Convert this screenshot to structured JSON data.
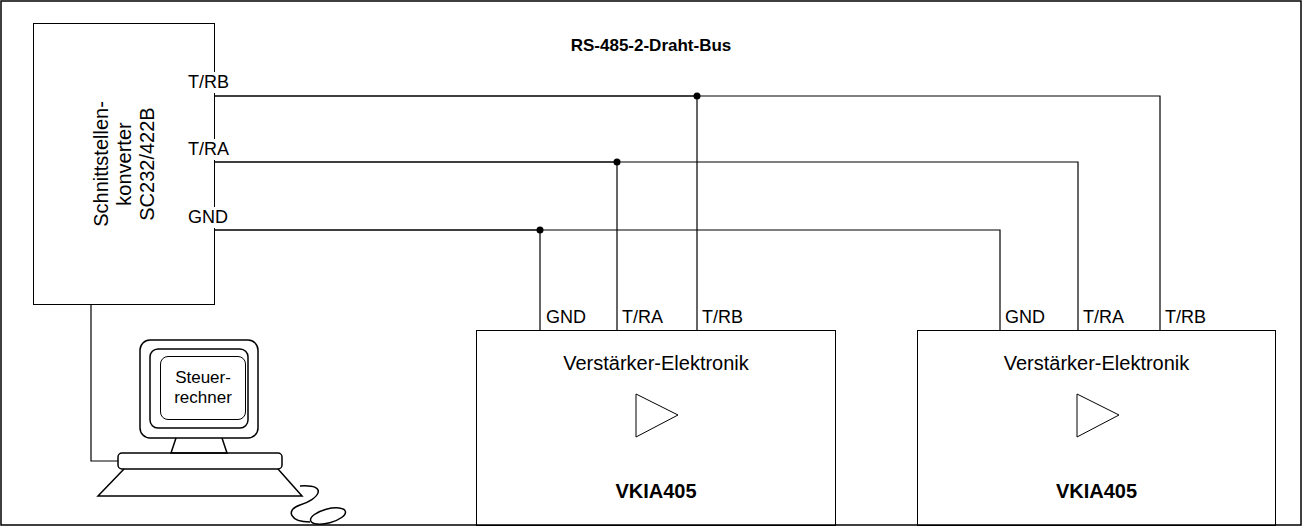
{
  "diagram": {
    "title": "RS-485-2-Draht-Bus",
    "nodes": [
      {
        "text": [
          "Schnittstellen- konverter SC232/422B"
        ]
      },
      {
        "text": [
          "Steuer- rechner"
        ]
      },
      {
        "text": [
          "Verstärker-Elektronik",
          "VKIA405"
        ]
      },
      {
        "text": [
          "Verstärker-Elektronik",
          "VKIA405"
        ]
      }
    ],
    "edges": [
      {
        "from": 0,
        "to": 2,
        "arrow": "none"
      },
      {
        "from": 0,
        "to": 2,
        "arrow": "none"
      },
      {
        "from": 0,
        "to": 2,
        "arrow": "none"
      },
      {
        "from": 0,
        "to": 3,
        "arrow": "none"
      },
      {
        "from": 0,
        "to": 3,
        "arrow": "none"
      },
      {
        "from": 0,
        "to": 3,
        "arrow": "none"
      },
      {
        "from": 0,
        "to": 1,
        "arrow": "none"
      }
    ],
    "labels": [
      "T/RB",
      "T/RA",
      "GND",
      "GND",
      "T/RA",
      "T/RB",
      "GND",
      "T/RA",
      "T/RB"
    ]
  }
}
